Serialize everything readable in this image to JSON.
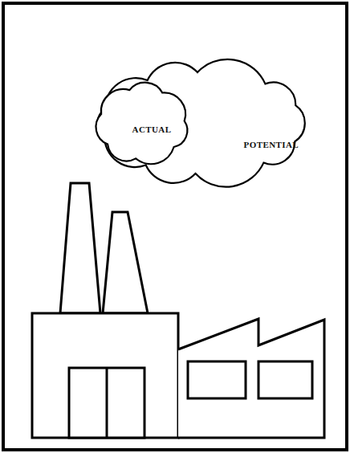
{
  "diagram": {
    "nodes": [
      {
        "text": [
          "POTENTIAL"
        ]
      },
      {
        "text": [
          "ACTUAL"
        ],
        "in": 0
      }
    ]
  }
}
